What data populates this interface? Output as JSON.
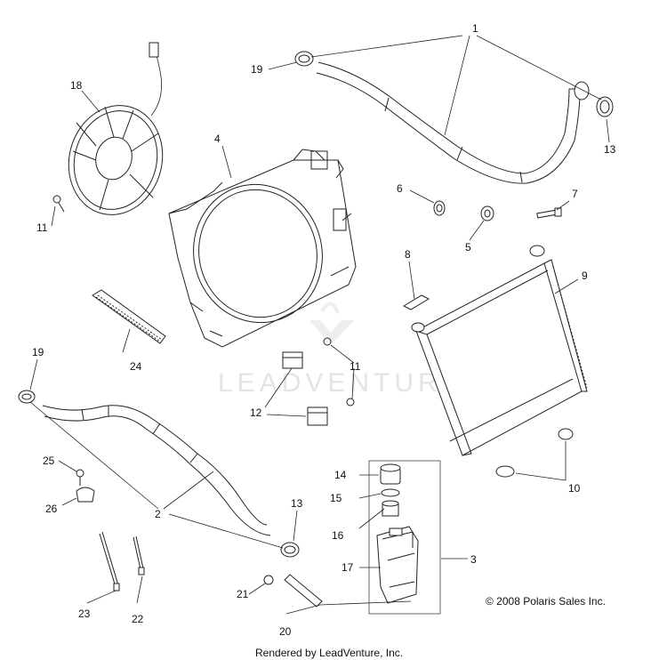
{
  "watermark": "LEADVENTURE",
  "copyright": "© 2008 Polaris Sales Inc.",
  "rendered_by": "Rendered by LeadVenture, Inc.",
  "callouts": {
    "c1": "1",
    "c2": "2",
    "c3": "3",
    "c4": "4",
    "c5": "5",
    "c6": "6",
    "c7": "7",
    "c8": "8",
    "c9": "9",
    "c10": "10",
    "c11a": "11",
    "c11b": "11",
    "c12": "12",
    "c13a": "13",
    "c13b": "13",
    "c14": "14",
    "c15": "15",
    "c16": "16",
    "c17": "17",
    "c18": "18",
    "c19a": "19",
    "c19b": "19",
    "c20": "20",
    "c21": "21",
    "c22": "22",
    "c23": "23",
    "c24": "24",
    "c25": "25",
    "c26": "26"
  }
}
